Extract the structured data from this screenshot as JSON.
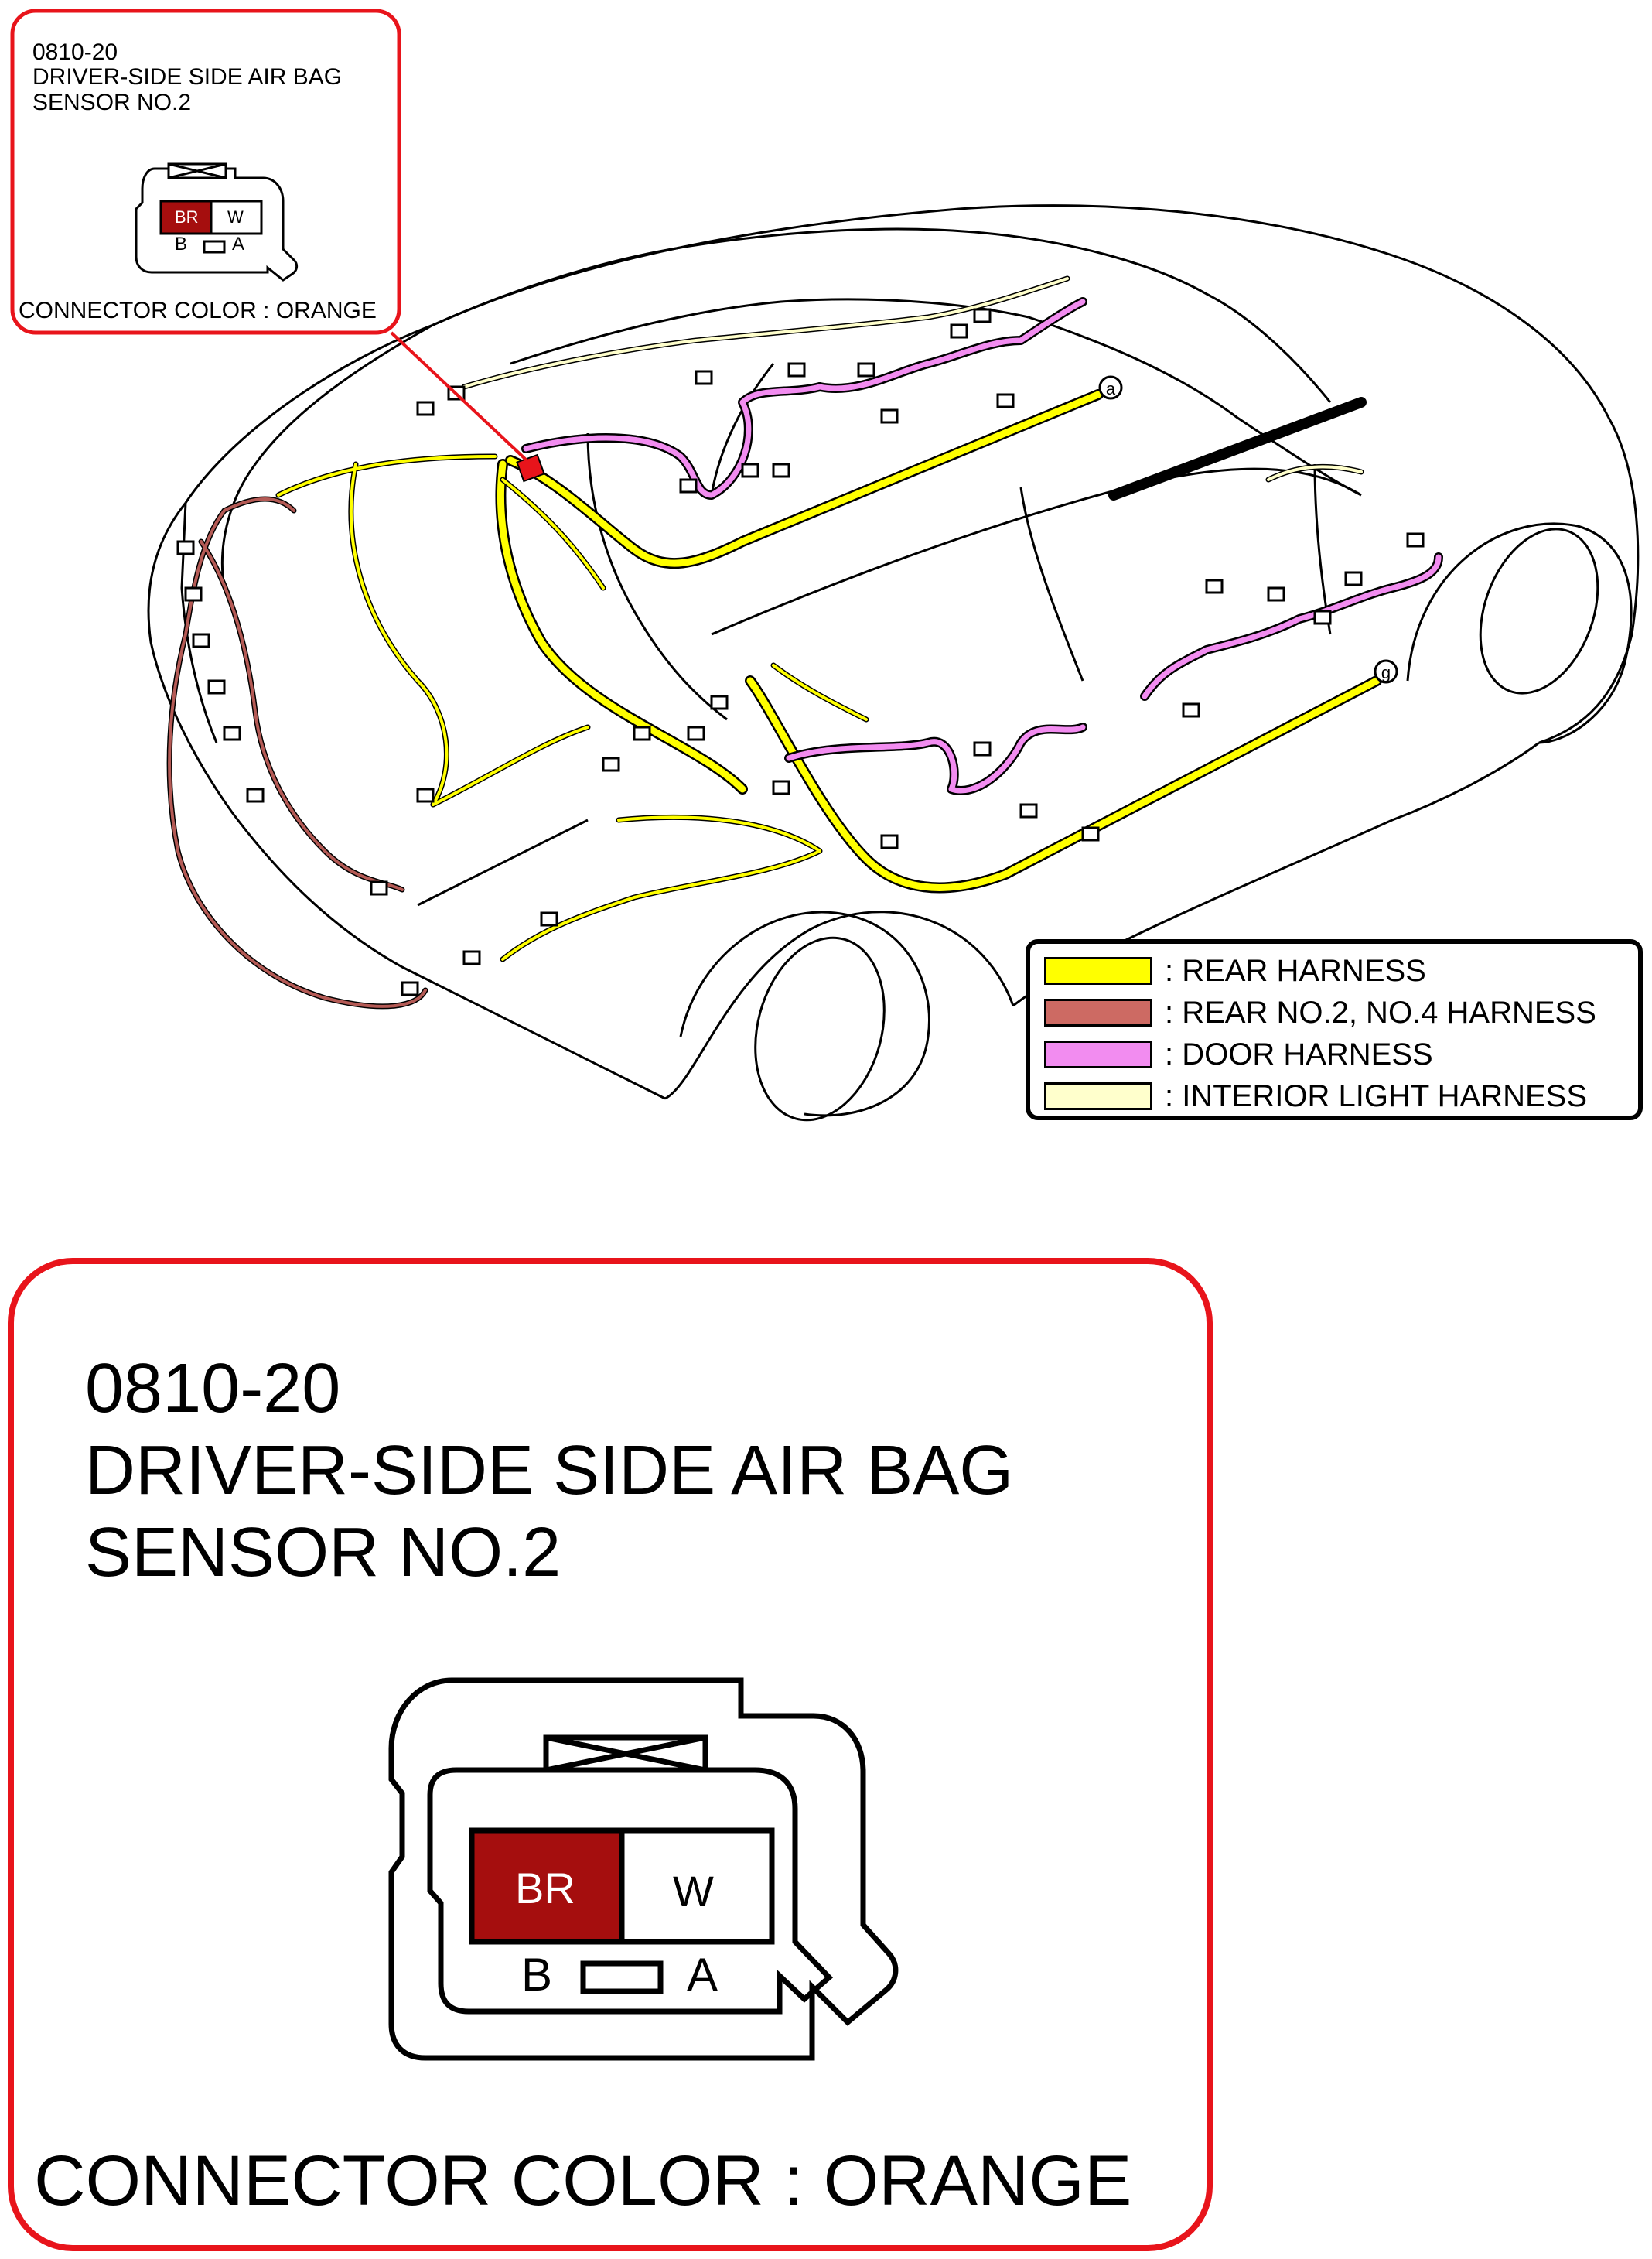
{
  "callout_small": {
    "title_lines": [
      "0810-20",
      "DRIVER-SIDE SIDE AIR BAG",
      "SENSOR NO.2"
    ],
    "connector_color": "CONNECTOR COLOR : ORANGE"
  },
  "callout_large": {
    "code": "0810-20",
    "name_line1": "DRIVER-SIDE SIDE AIR BAG",
    "name_line2": "SENSOR NO.2",
    "connector_color": "CONNECTOR COLOR : ORANGE"
  },
  "connector": {
    "pins": [
      {
        "wire": "BR",
        "terminal": "B",
        "fill": "#a50e0e"
      },
      {
        "wire": "W",
        "terminal": "A",
        "fill": "#ffffff"
      }
    ]
  },
  "legend": [
    {
      "label": ": REAR HARNESS",
      "color": "#ffff00"
    },
    {
      "label": ": REAR NO.2, NO.4 HARNESS",
      "color": "#cd6a63"
    },
    {
      "label": ": DOOR HARNESS",
      "color": "#f28cf0"
    },
    {
      "label": ": INTERIOR LIGHT HARNESS",
      "color": "#ffffcc"
    }
  ],
  "markers": [
    "a",
    "g"
  ],
  "colors": {
    "callout_border": "#e8141b",
    "rear": "#ffff00",
    "rear24": "#b45a55",
    "door": "#f28cf0",
    "interior": "#ffffcc"
  }
}
